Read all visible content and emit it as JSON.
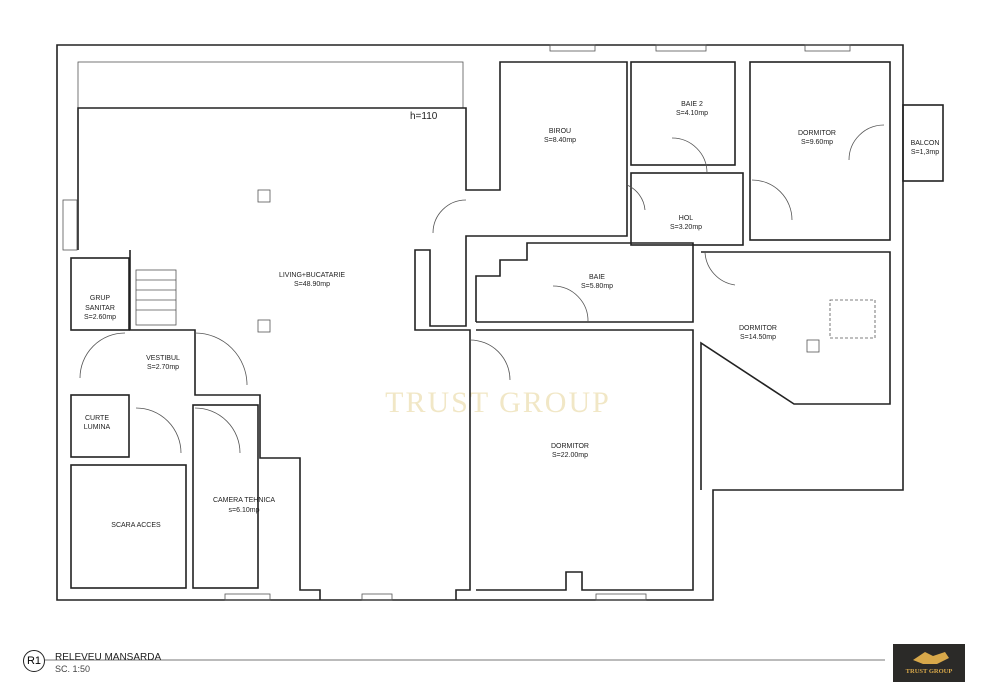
{
  "plan": {
    "height_note": "h=110",
    "watermark": "TRUST GROUP",
    "rooms": [
      {
        "name": "BIROU",
        "area": "S=8.40mp"
      },
      {
        "name": "BAIE 2",
        "area": "S=4.10mp"
      },
      {
        "name": "DORMITOR",
        "area": "S=9.60mp"
      },
      {
        "name": "BALCON",
        "area": "S=1,3mp"
      },
      {
        "name": "HOL",
        "area": "S=3.20mp"
      },
      {
        "name": "LIVING+BUCATARIE",
        "area": "S=48.90mp"
      },
      {
        "name": "BAIE",
        "area": "S=5.80mp"
      },
      {
        "name": "GRUP",
        "name2": "SANITAR",
        "area": "S=2.60mp"
      },
      {
        "name": "DORMITOR",
        "area": "S=14.50mp"
      },
      {
        "name": "VESTIBUL",
        "area": "S=2.70mp"
      },
      {
        "name": "CURTE",
        "area": "LUMINA"
      },
      {
        "name": "DORMITOR",
        "area": "S=22.00mp"
      },
      {
        "name": "CAMERA TEHNICA",
        "area": "s=6.10mp"
      },
      {
        "name": "SCARA ACCES"
      }
    ]
  },
  "legend": {
    "marker": "R1",
    "title": "RELEVEU MANSARDA",
    "scale": "SC. 1:50"
  },
  "logo": {
    "text": "TRUST GROUP"
  }
}
